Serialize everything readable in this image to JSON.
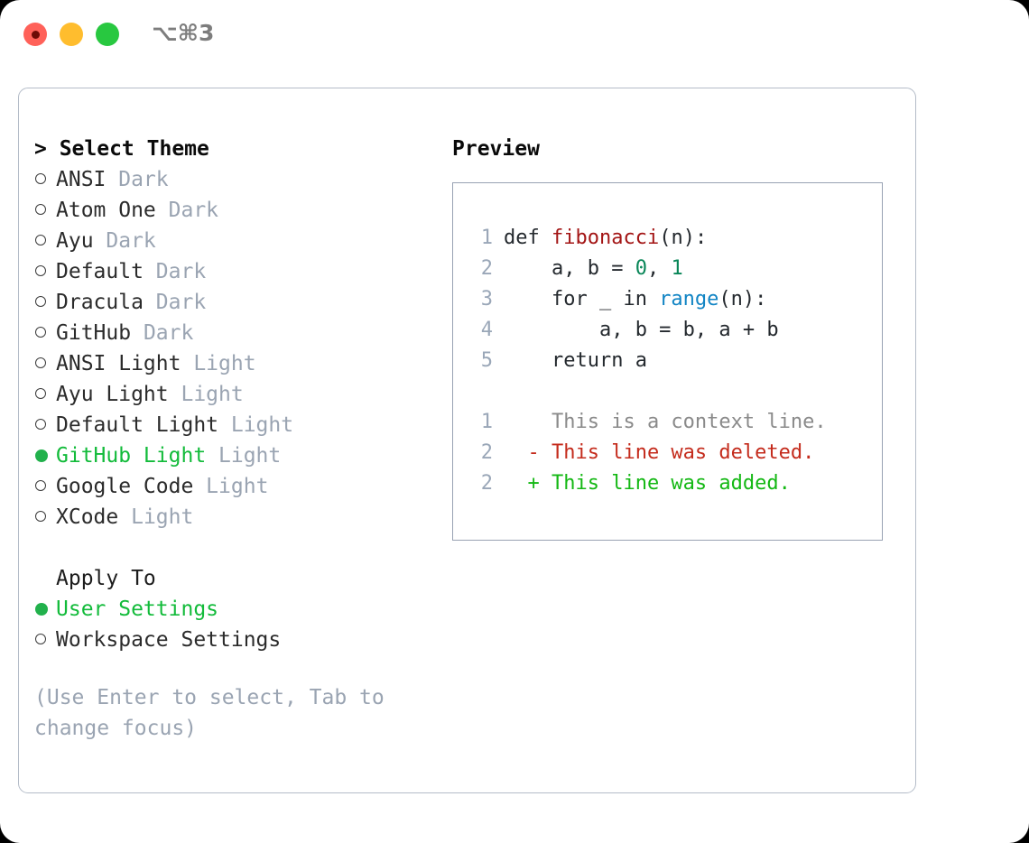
{
  "titlebar": {
    "shortcut": "⌥⌘3",
    "buttons": [
      {
        "name": "close",
        "color": "#ff6159"
      },
      {
        "name": "minimize",
        "color": "#ffbd2e"
      },
      {
        "name": "maximize",
        "color": "#28c840"
      }
    ]
  },
  "left": {
    "heading": "> Select Theme",
    "themes": [
      {
        "name": "ANSI",
        "variant": "Dark",
        "selected": false
      },
      {
        "name": "Atom One",
        "variant": "Dark",
        "selected": false
      },
      {
        "name": "Ayu",
        "variant": "Dark",
        "selected": false
      },
      {
        "name": "Default",
        "variant": "Dark",
        "selected": false
      },
      {
        "name": "Dracula",
        "variant": "Dark",
        "selected": false
      },
      {
        "name": "GitHub",
        "variant": "Dark",
        "selected": false
      },
      {
        "name": "ANSI Light",
        "variant": "Light",
        "selected": false
      },
      {
        "name": "Ayu Light",
        "variant": "Light",
        "selected": false
      },
      {
        "name": "Default Light",
        "variant": "Light",
        "selected": false
      },
      {
        "name": "GitHub Light",
        "variant": "Light",
        "selected": true
      },
      {
        "name": "Google Code",
        "variant": "Light",
        "selected": false
      },
      {
        "name": "XCode",
        "variant": "Light",
        "selected": false
      }
    ],
    "apply_to_title": "Apply To",
    "apply_to": [
      {
        "name": "User Settings",
        "selected": true
      },
      {
        "name": "Workspace Settings",
        "selected": false
      }
    ],
    "hint": "(Use Enter to select, Tab to change focus)"
  },
  "right": {
    "heading": "Preview",
    "code_lines": [
      {
        "no": "1",
        "tokens": [
          {
            "t": "def ",
            "c": "kw"
          },
          {
            "t": "fibonacci",
            "c": "fn"
          },
          {
            "t": "(n):",
            "c": "plain"
          }
        ]
      },
      {
        "no": "2",
        "tokens": [
          {
            "t": "    a, b = ",
            "c": "plain"
          },
          {
            "t": "0",
            "c": "num"
          },
          {
            "t": ", ",
            "c": "plain"
          },
          {
            "t": "1",
            "c": "num"
          }
        ]
      },
      {
        "no": "3",
        "tokens": [
          {
            "t": "    for _ in ",
            "c": "plain"
          },
          {
            "t": "range",
            "c": "call"
          },
          {
            "t": "(n):",
            "c": "plain"
          }
        ]
      },
      {
        "no": "4",
        "tokens": [
          {
            "t": "        a, b = b, a + b",
            "c": "plain"
          }
        ]
      },
      {
        "no": "5",
        "tokens": [
          {
            "t": "    return a",
            "c": "plain"
          }
        ]
      }
    ],
    "diff_lines": [
      {
        "no": "1",
        "marker": " ",
        "text": "This is a context line.",
        "kind": "context"
      },
      {
        "no": "2",
        "marker": "-",
        "text": "This line was deleted.",
        "kind": "deleted"
      },
      {
        "no": "2",
        "marker": "+",
        "text": "This line was added.",
        "kind": "added"
      }
    ]
  },
  "colors": {
    "accent_green": "#12bb3a",
    "muted": "#9aa4b2",
    "border": "#b4bcc8",
    "code_border": "#98a2b3",
    "diff_add": "#14b814",
    "diff_del": "#c42b1c",
    "fn": "#a31515",
    "num": "#098658",
    "call": "#1184c4"
  }
}
